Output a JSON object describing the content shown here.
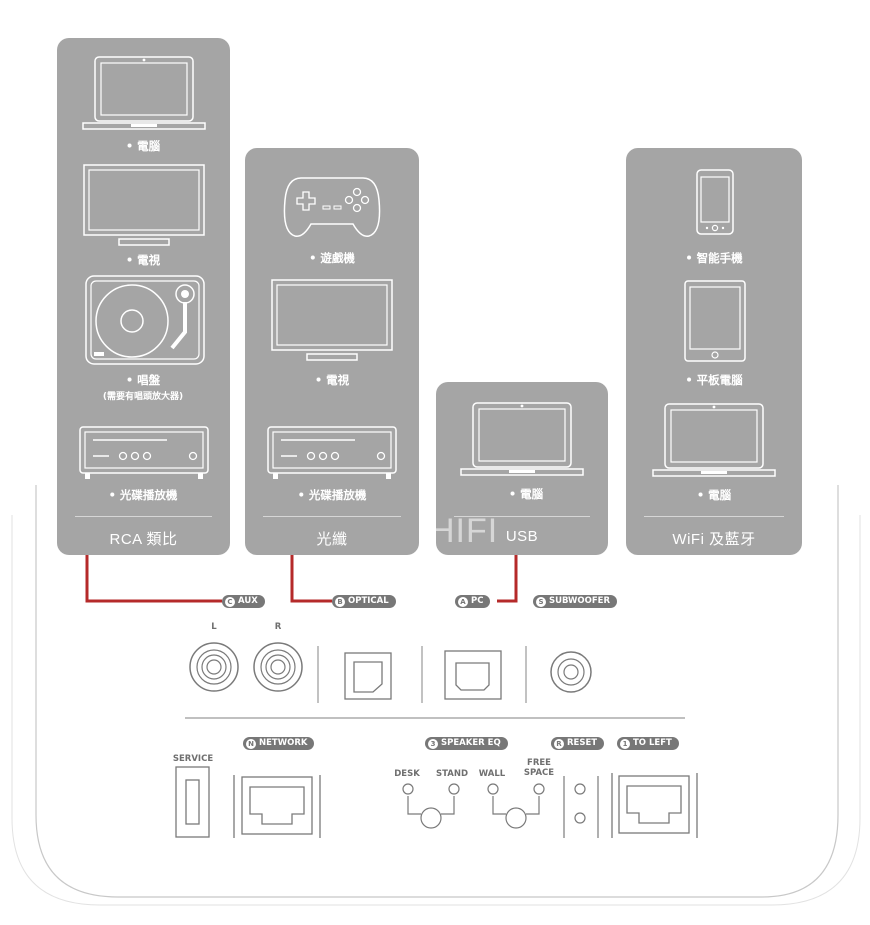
{
  "cards": [
    {
      "id": "rca",
      "title": "RCA 類比",
      "devices": [
        {
          "label": "• 電腦",
          "icon": "laptop-icon"
        },
        {
          "label": "• 電視",
          "icon": "tv-icon"
        },
        {
          "label": "• 唱盤",
          "sub": "(需要有唱頭放大器)",
          "icon": "turntable-icon"
        },
        {
          "label": "• 光碟播放機",
          "icon": "disc-player-icon"
        }
      ]
    },
    {
      "id": "optical",
      "title": "光纖",
      "devices": [
        {
          "label": "• 遊戲機",
          "icon": "gamepad-icon"
        },
        {
          "label": "• 電視",
          "icon": "tv-icon"
        },
        {
          "label": "• 光碟播放機",
          "icon": "disc-player-icon"
        }
      ]
    },
    {
      "id": "usb",
      "title": "USB",
      "devices": [
        {
          "label": "• 電腦",
          "icon": "laptop-icon"
        }
      ]
    },
    {
      "id": "wifi",
      "title": "WiFi 及藍牙",
      "devices": [
        {
          "label": "• 智能手機",
          "icon": "smartphone-icon"
        },
        {
          "label": "• 平板電腦",
          "icon": "tablet-icon"
        },
        {
          "label": "• 電腦",
          "icon": "laptop-icon"
        }
      ]
    }
  ],
  "ports": {
    "aux": {
      "badge": "C",
      "label": "AUX"
    },
    "optical": {
      "badge": "B",
      "label": "OPTICAL"
    },
    "pc": {
      "badge": "A",
      "label": "PC"
    },
    "subwoofer": {
      "badge": "S",
      "label": "SUBWOOFER"
    },
    "network": {
      "badge": "N",
      "label": "NETWORK"
    },
    "speaker_eq": {
      "badge": "3",
      "label": "SPEAKER EQ"
    },
    "reset": {
      "badge": "R",
      "label": "RESET"
    },
    "to_left": {
      "badge": "1",
      "label": "TO LEFT"
    }
  },
  "port_labels": {
    "left": "L",
    "right": "R",
    "service": "SERVICE",
    "desk": "DESK",
    "stand": "STAND",
    "wall": "WALL",
    "free_space": "FREE SPACE"
  },
  "watermark": "HIFI",
  "colors": {
    "card": "#a5a5a5",
    "cable": "#b52a2a",
    "pill": "#777777",
    "outline": "#7a7a7a"
  }
}
